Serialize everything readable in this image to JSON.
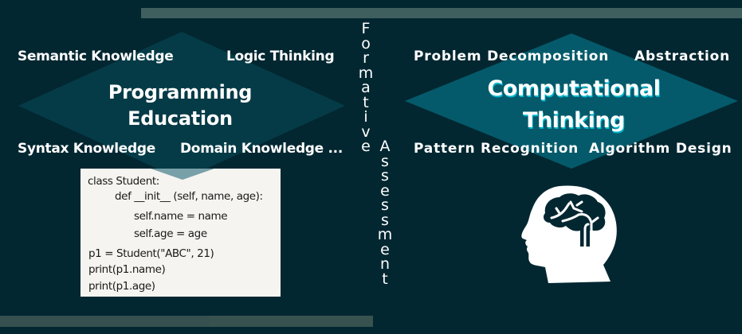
{
  "left": {
    "title_line1": "Programming",
    "title_line2": "Education",
    "labels": {
      "top_left": "Semantic Knowledge",
      "top_right": "Logic Thinking",
      "bottom_left": "Syntax Knowledge",
      "bottom_right": "Domain Knowledge ..."
    },
    "diamond_color": "#053b47"
  },
  "right": {
    "title_line1": "Computational",
    "title_line2": "Thinking",
    "labels": {
      "top_left": "Problem Decomposition",
      "top_right": "Abstraction",
      "bottom_left": "Pattern Recognition",
      "bottom_right": "Algorithm Design"
    },
    "diamond_color": "#045a6a",
    "icon": "head-brain-icon"
  },
  "center": {
    "word1": [
      "F",
      "o",
      "r",
      "m",
      "a",
      "t",
      "i",
      "v",
      "e"
    ],
    "word2": [
      "A",
      "s",
      "s",
      "e",
      "s",
      "s",
      "m",
      "e",
      "n",
      "t"
    ],
    "phrase": "Formative Assessment"
  },
  "code": {
    "lines": [
      "class Student:",
      "def __init__ (self, name, age):",
      "self.name = name",
      "self.age = age",
      "p1 = Student(\"ABC\", 21)",
      "print(p1.name)",
      "print(p1.age)"
    ]
  },
  "colors": {
    "background": "#022731",
    "stripe": "#3f5e5e",
    "title_shadow": "#00b5cc"
  }
}
